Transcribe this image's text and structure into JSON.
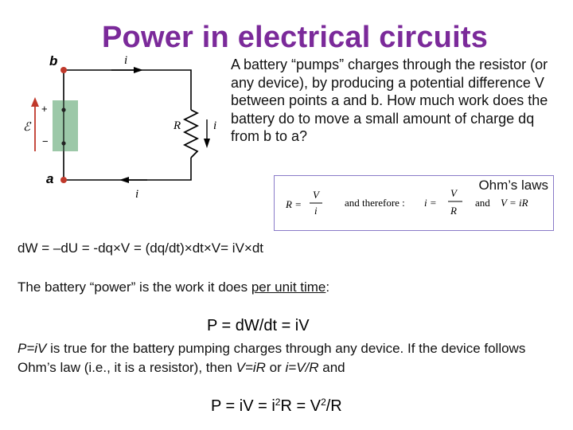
{
  "title": "Power in electrical circuits",
  "description": "A battery “pumps” charges through the resistor (or any device), by producing a potential difference V between points a and b. How much work does the battery do to move a small amount of charge dq from b to a?",
  "circuit": {
    "label_b": "b",
    "label_a": "a",
    "label_i_top": "i",
    "label_i_right": "i",
    "label_i_bottom": "i",
    "label_R": "R",
    "label_emf": "ℰ",
    "label_plus": "+",
    "label_minus": "−",
    "colors": {
      "battery": "#9cc8a8",
      "wire": "#000000",
      "terminal": "#c0392b",
      "emf_arrow": "#c0392b"
    }
  },
  "ohm": {
    "label": "Ohm’s laws",
    "eq1_lhs": "R =",
    "eq1_num": "V",
    "eq1_den": "i",
    "therefore": "and therefore :",
    "eq2_lhs": "i =",
    "eq2_num": "V",
    "eq2_den": "R",
    "and": "and",
    "eq3": "V = iR"
  },
  "work_eq": "dW = –dU = -dq×V = (dq/dt)×dt×V= iV×dt",
  "power_def": {
    "before": "The battery “power” is the work it does ",
    "underlined": "per unit time",
    "after": ":"
  },
  "p_eq": "P = dW/dt = iV",
  "statement": {
    "p1": "P=iV",
    "p2": " is true for the battery pumping charges through any device. If the device follows Ohm’s law (i.e., it is a resistor), then ",
    "p3": "V=iR",
    "p4": " or ",
    "p5": "i=V/R",
    "p6": " and"
  },
  "p_final": {
    "a": "P = iV = i",
    "sup1": "2",
    "b": "R = V",
    "sup2": "2",
    "c": "/R"
  },
  "colors": {
    "title": "#7b2a9a",
    "box_border": "#8a7bc8"
  }
}
